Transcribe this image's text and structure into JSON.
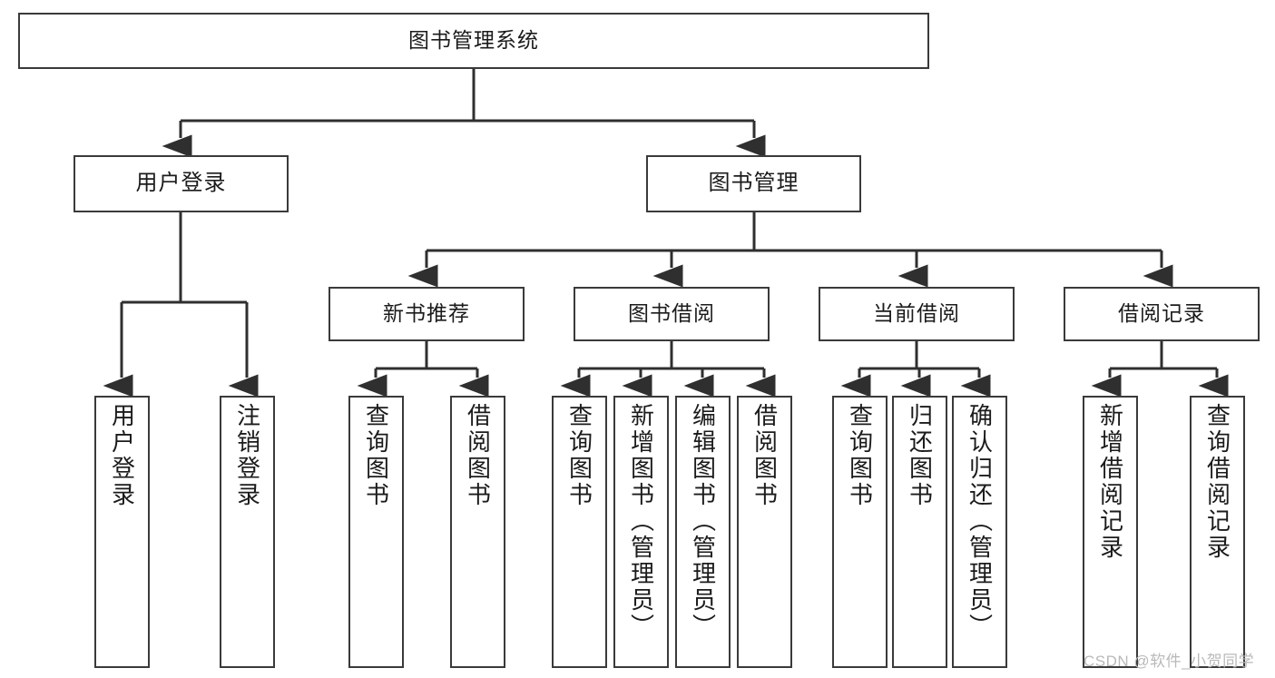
{
  "diagram": {
    "title_node": {
      "label": "图书管理系统"
    },
    "level1": [
      {
        "id": "user-login",
        "label": "用户登录"
      },
      {
        "id": "book-management",
        "label": "图书管理"
      }
    ],
    "level2": [
      {
        "id": "new-book-recommend",
        "label": "新书推荐",
        "parent": "book-management"
      },
      {
        "id": "book-borrow",
        "label": "图书借阅",
        "parent": "book-management"
      },
      {
        "id": "current-borrow",
        "label": "当前借阅",
        "parent": "book-management"
      },
      {
        "id": "borrow-record",
        "label": "借阅记录",
        "parent": "book-management"
      }
    ],
    "leaves": {
      "user-login": [
        {
          "id": "leaf-user-login",
          "label": "用户登录"
        },
        {
          "id": "leaf-user-logout",
          "label": "注销登录"
        }
      ],
      "new-book-recommend": [
        {
          "id": "leaf-query-books-1",
          "label": "查询图书"
        },
        {
          "id": "leaf-borrow-books-1",
          "label": "借阅图书"
        }
      ],
      "book-borrow": [
        {
          "id": "leaf-query-books-2",
          "label": "查询图书"
        },
        {
          "id": "leaf-add-book-admin",
          "label": "新增图书（管理员）"
        },
        {
          "id": "leaf-edit-book-admin",
          "label": "编辑图书（管理员）"
        },
        {
          "id": "leaf-borrow-books-2",
          "label": "借阅图书"
        }
      ],
      "current-borrow": [
        {
          "id": "leaf-query-books-3",
          "label": "查询图书"
        },
        {
          "id": "leaf-return-books",
          "label": "归还图书"
        },
        {
          "id": "leaf-confirm-return-admin",
          "label": "确认归还（管理员）"
        }
      ],
      "borrow-record": [
        {
          "id": "leaf-add-borrow-record",
          "label": "新增借阅记录"
        },
        {
          "id": "leaf-query-borrow-record",
          "label": "查询借阅记录"
        }
      ]
    }
  },
  "watermark": {
    "text": "CSDN @软件_小贺同学"
  },
  "colors": {
    "stroke": "#3a3a3a",
    "background": "#ffffff",
    "text": "#1b1b1b",
    "watermark": "#b9b9b9"
  }
}
